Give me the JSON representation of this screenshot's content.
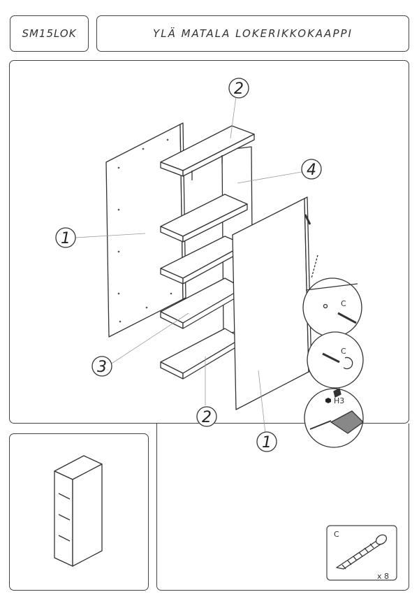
{
  "header": {
    "product_code": "SM15LOK",
    "product_title": "YLÄ MATALA LOKERIKKOKAAPPI"
  },
  "callouts": {
    "part_left_side": "1",
    "part_top_shelf": "2",
    "part_back_panel": "4",
    "part_middle_shelf": "3",
    "part_bottom_shelf": "2",
    "part_right_side": "1"
  },
  "details": {
    "screw_label_1": "C",
    "screw_label_2": "C",
    "tool_label": "H3"
  },
  "parts_list": {
    "screw_label": "C",
    "screw_quantity": "x 8"
  }
}
